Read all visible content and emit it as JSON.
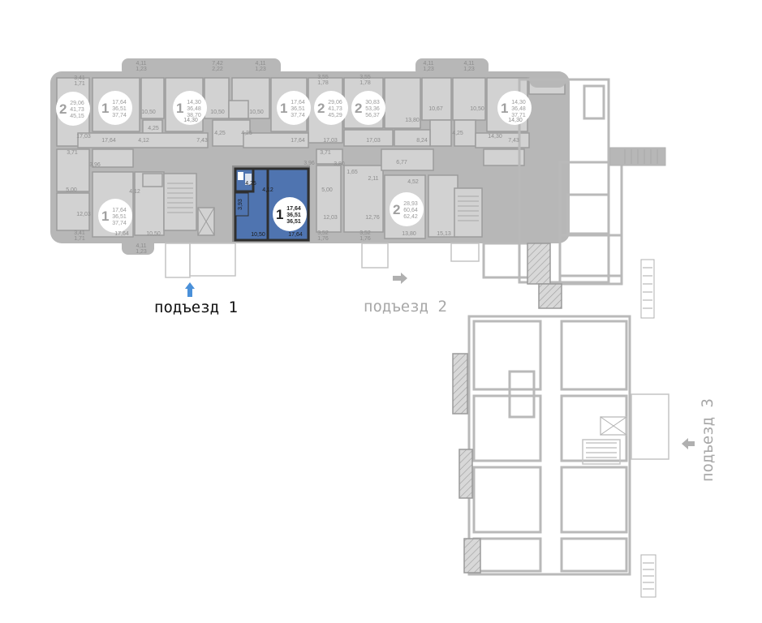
{
  "colors": {
    "selected_apartment": "#4f74b0",
    "room_fill": "#d2d2d2",
    "wall": "#b7b7b7",
    "entrance_arrow_active": "#4a90d9",
    "entrance_arrow_inactive": "#b0b0b0"
  },
  "entrances": [
    {
      "label": "подъезд 1",
      "active": true,
      "arrow": "up-arrow-icon"
    },
    {
      "label": "подъезд 2",
      "active": false,
      "arrow": "right-arrow-icon"
    },
    {
      "label": "подъезд 3",
      "active": false,
      "arrow": "left-arrow-icon"
    }
  ],
  "apartments": [
    {
      "rooms": "2",
      "areas": [
        "29,06",
        "41,73",
        "45,15"
      ],
      "selected": false
    },
    {
      "rooms": "1",
      "areas": [
        "17,64",
        "36,51",
        "37,74"
      ],
      "selected": false
    },
    {
      "rooms": "1",
      "areas": [
        "14,30",
        "36,48",
        "38,70"
      ],
      "selected": false
    },
    {
      "rooms": "1",
      "areas": [
        "17,64",
        "36,51",
        "37,74"
      ],
      "selected": false
    },
    {
      "rooms": "2",
      "areas": [
        "29,06",
        "41,73",
        "45,29"
      ],
      "selected": false
    },
    {
      "rooms": "2",
      "areas": [
        "30,83",
        "53,36",
        "56,37"
      ],
      "selected": false
    },
    {
      "rooms": "1",
      "areas": [
        "14,30",
        "36,48",
        "37,71"
      ],
      "selected": false
    },
    {
      "rooms": "1",
      "areas": [
        "17,64",
        "36,51",
        "37,74"
      ],
      "selected": false
    },
    {
      "rooms": "1",
      "areas": [
        "17,64",
        "36,51",
        "36,51"
      ],
      "selected": true
    },
    {
      "rooms": "2",
      "areas": [
        "28,93",
        "60,64",
        "62,42"
      ],
      "selected": false
    }
  ],
  "room_labels": [
    "10,50",
    "10,50",
    "10,50",
    "14,30",
    "14,30",
    "17,64",
    "17,64",
    "17,03",
    "17,03",
    "17,03",
    "13,80",
    "10,67",
    "10,50",
    "14,30",
    "7,43",
    "4,12",
    "4,12",
    "7,43",
    "4,25",
    "4,25",
    "4,25",
    "4,25",
    "3,96",
    "3,96",
    "8,24",
    "6,77",
    "4,52",
    "5,00",
    "5,00",
    "12,03",
    "12,03",
    "12,76",
    "13,80",
    "15,13",
    "10,50",
    "17,64",
    "2,11",
    "3,71",
    "3,71",
    "3,80",
    "1,65",
    "4,11",
    "1,23",
    "7,42",
    "2,22",
    "4,11",
    "1,23",
    "3,55",
    "1,78",
    "3,55",
    "1,78",
    "4,11",
    "1,23",
    "4,11",
    "1,23",
    "3,41",
    "1,71",
    "3,41",
    "1,71",
    "4,11",
    "1,23",
    "3,52",
    "1,76",
    "3,52",
    "1,76"
  ],
  "selected_rooms": [
    "4,25",
    "4,12",
    "10,50",
    "17,64",
    "3,93"
  ]
}
